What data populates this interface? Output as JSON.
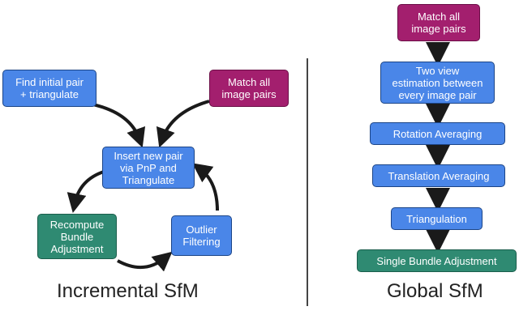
{
  "incremental": {
    "caption": "Incremental SfM",
    "find_initial_pair": "Find initial pair\n+ triangulate",
    "match_all_pairs": "Match all\nimage pairs",
    "insert_new_pair": "Insert new pair\nvia PnP and\nTriangulate",
    "recompute_bundle": "Recompute\nBundle\nAdjustment",
    "outlier_filtering": "Outlier\nFiltering"
  },
  "global": {
    "caption": "Global SfM",
    "match_all_pairs": "Match all\nimage pairs",
    "two_view_estimation": "Two view\nestimation between\nevery image pair",
    "rotation_averaging": "Rotation Averaging",
    "translation_averaging": "Translation Averaging",
    "triangulation": "Triangulation",
    "single_bundle_adjustment": "Single Bundle Adjustment"
  },
  "colors": {
    "blue_box": "#4a86e8",
    "green_box": "#2f8a72",
    "magenta_box": "#a31f6e",
    "arrow": "#1a1a1a",
    "divider": "#444444"
  }
}
